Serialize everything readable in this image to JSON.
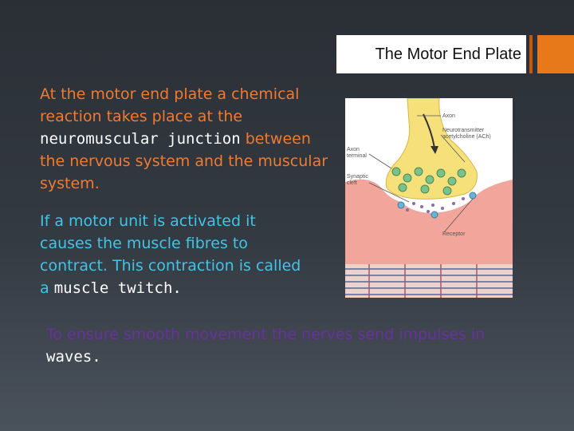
{
  "slide": {
    "title": "The Motor End Plate",
    "paragraph1": {
      "before": "At the motor end plate a chemical reaction takes place at the ",
      "emphasis": "neuromuscular junction",
      "after": " between the nervous system and the muscular system."
    },
    "paragraph2": {
      "before": "If a motor unit is activated it causes the muscle fibres to contract.  This contraction is called a ",
      "emphasis": "muscle twitch."
    },
    "paragraph3": {
      "before": "To ensure smooth movement the nerves send impulses in ",
      "emphasis": "waves."
    }
  },
  "figure": {
    "labels": {
      "axon": "Axon",
      "neurotransmitter": "Neurotransmitter",
      "ach": "acetylcholine (ACh)",
      "axon_terminal_1": "Axon",
      "axon_terminal_2": "terminal",
      "synaptic_1": "Synaptic",
      "synaptic_2": "cleft",
      "receptor": "Receptor"
    }
  },
  "colors": {
    "accent_orange": "#e8791a",
    "text_orange": "#f07a30",
    "text_blue": "#3ec6e8",
    "text_purple": "#6a2fa0"
  }
}
